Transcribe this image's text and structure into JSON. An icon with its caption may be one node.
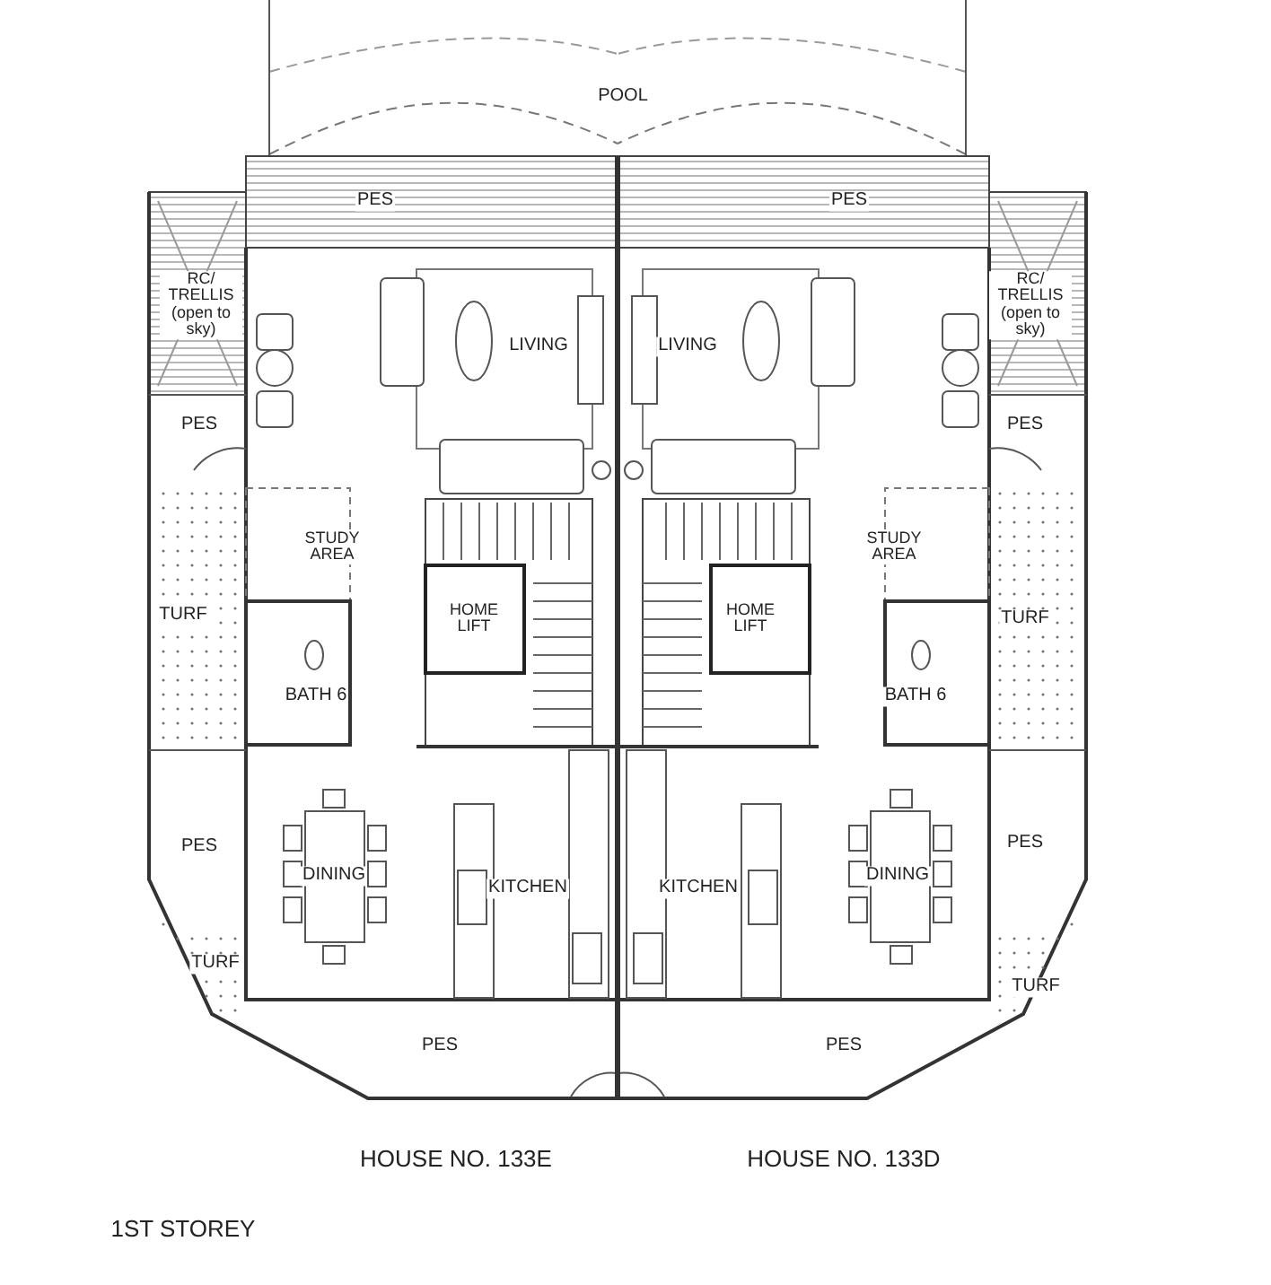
{
  "diagram": {
    "caption": "1ST STOREY",
    "labels": [
      "POOL",
      "PES",
      "PES",
      "RC/ TRELLIS (open to sky)",
      "RC/ TRELLIS (open to sky)",
      "LIVING",
      "LIVING",
      "PES",
      "PES",
      "STUDY AREA",
      "STUDY AREA",
      "TURF",
      "HOME LIFT",
      "HOME LIFT",
      "TURF",
      "BATH 6",
      "BATH 6",
      "PES",
      "DINING",
      "KITCHEN",
      "KITCHEN",
      "DINING",
      "PES",
      "TURF",
      "TURF",
      "PES",
      "PES",
      "HOUSE NO. 133E",
      "HOUSE NO. 133D"
    ]
  }
}
